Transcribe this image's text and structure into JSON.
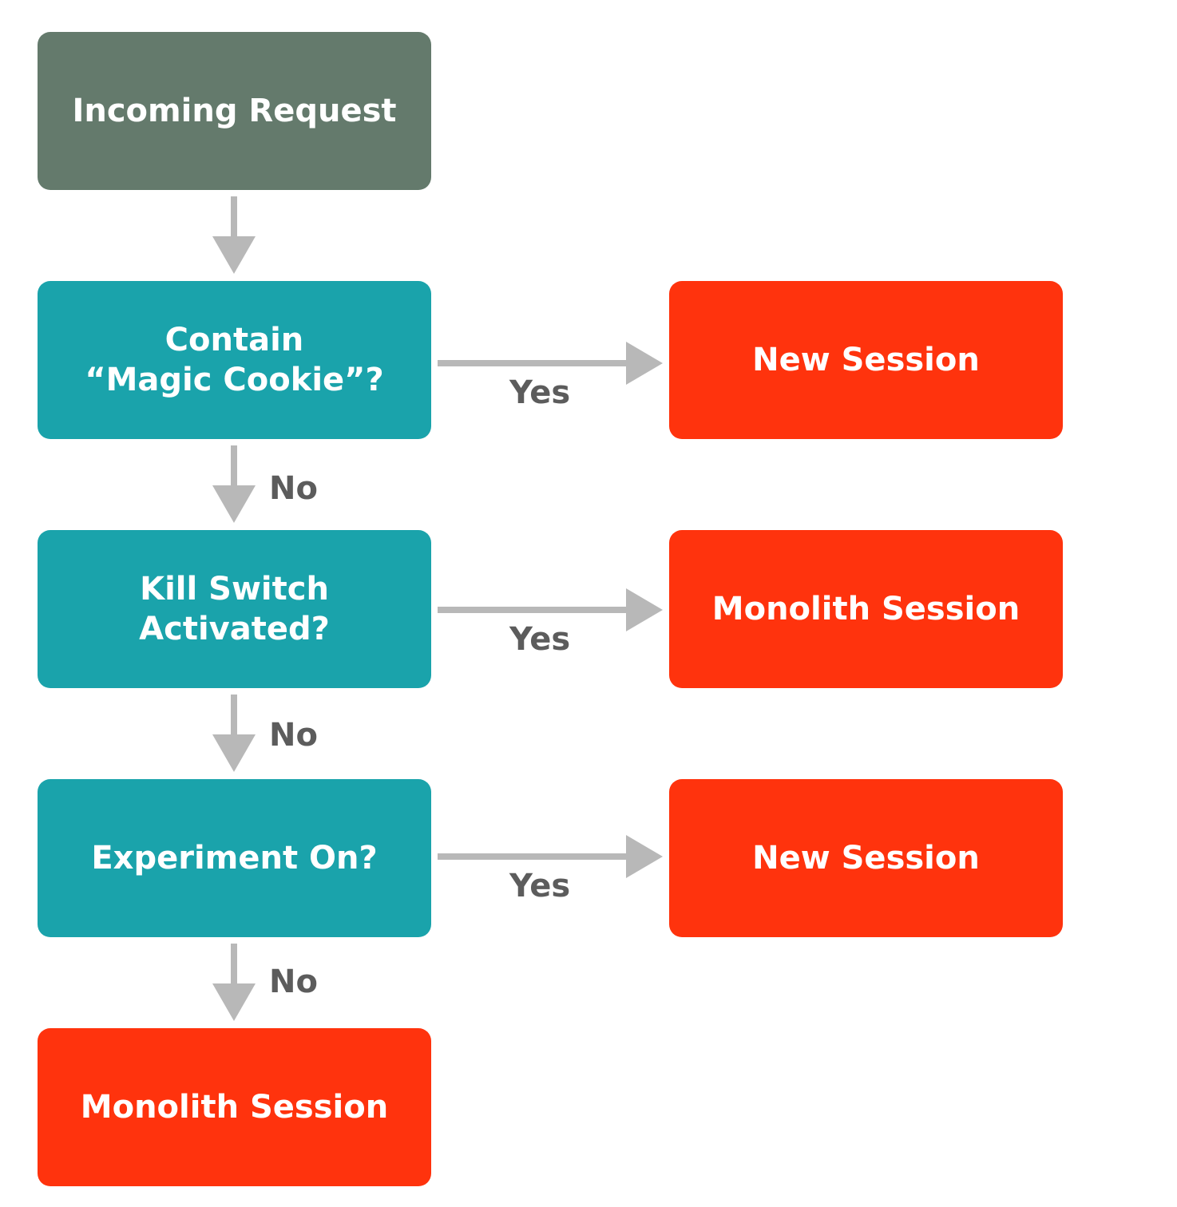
{
  "nodes": {
    "incoming": "Incoming Request",
    "cookie": "Contain\n“Magic Cookie”?",
    "killswitch": "Kill Switch\nActivated?",
    "experiment": "Experiment On?",
    "new_session_1": "New Session",
    "monolith_session_1": "Monolith Session",
    "new_session_2": "New Session",
    "monolith_session_final": "Monolith Session"
  },
  "edges": {
    "yes_1": "Yes",
    "yes_2": "Yes",
    "yes_3": "Yes",
    "no_1": "No",
    "no_2": "No",
    "no_3": "No"
  },
  "colors": {
    "start_node": "#647a6c",
    "decision_node": "#1aa3ab",
    "outcome_node": "#ff330d",
    "arrow": "#b8b8b8",
    "edge_label": "#5c5c5c"
  }
}
